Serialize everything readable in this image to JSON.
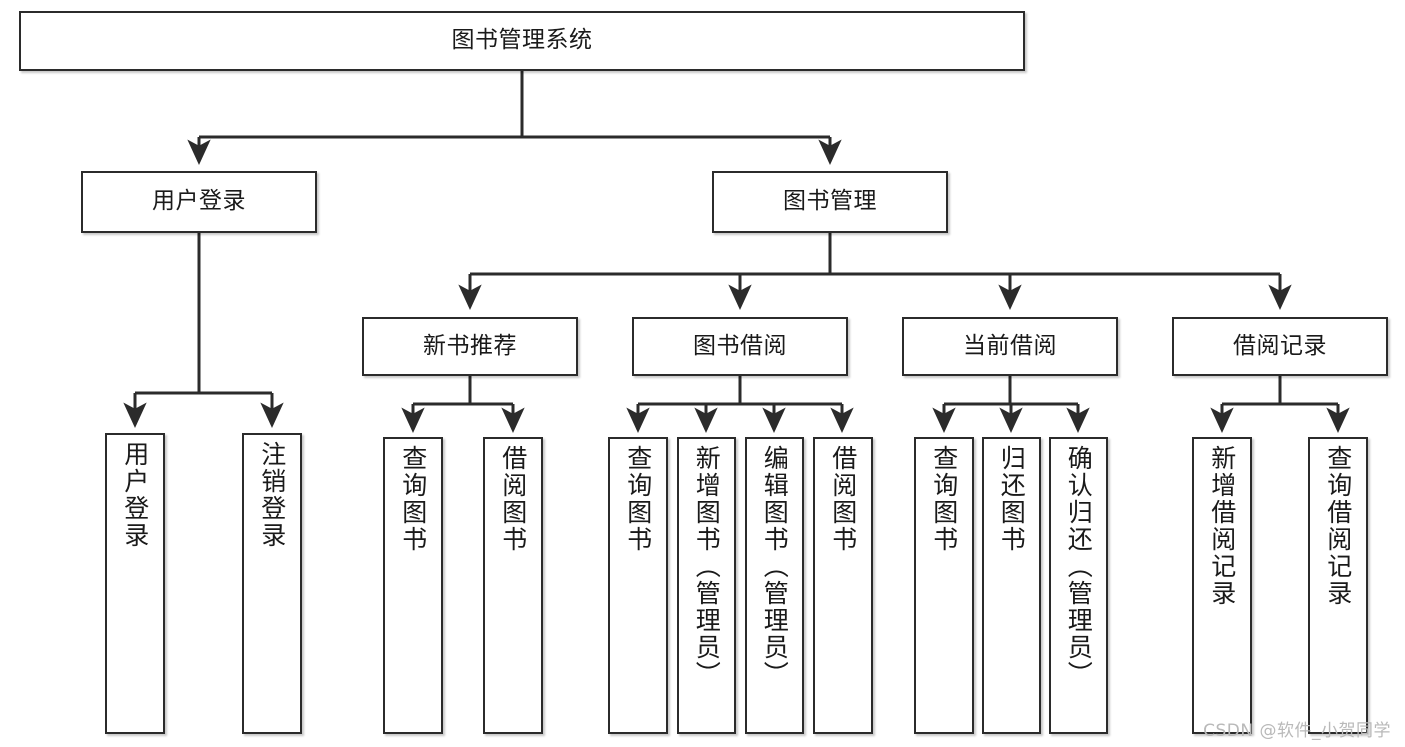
{
  "diagram": {
    "title": "图书管理系统",
    "type": "tree",
    "watermark": "CSDN @软件_小贺同学",
    "colors": {
      "node_border": "#2b2b2b",
      "node_fill": "#ffffff",
      "edge": "#2b2b2b",
      "watermark": "#b9b9b9"
    },
    "root": {
      "label": "图书管理系统"
    },
    "level2": [
      {
        "label": "用户登录"
      },
      {
        "label": "图书管理"
      }
    ],
    "level3": [
      {
        "label": "新书推荐"
      },
      {
        "label": "图书借阅"
      },
      {
        "label": "当前借阅"
      },
      {
        "label": "借阅记录"
      }
    ],
    "leaves": {
      "user_login": [
        {
          "label": "用户登录"
        },
        {
          "label": "注销登录"
        }
      ],
      "new_book_recommend": [
        {
          "label": "查询图书"
        },
        {
          "label": "借阅图书"
        }
      ],
      "book_borrow": [
        {
          "label": "查询图书"
        },
        {
          "label": "新增图书（管理员）"
        },
        {
          "label": "编辑图书（管理员）"
        },
        {
          "label": "借阅图书"
        }
      ],
      "current_borrow": [
        {
          "label": "查询图书"
        },
        {
          "label": "归还图书"
        },
        {
          "label": "确认归还（管理员）"
        }
      ],
      "borrow_record": [
        {
          "label": "新增借阅记录"
        },
        {
          "label": "查询借阅记录"
        }
      ]
    }
  }
}
